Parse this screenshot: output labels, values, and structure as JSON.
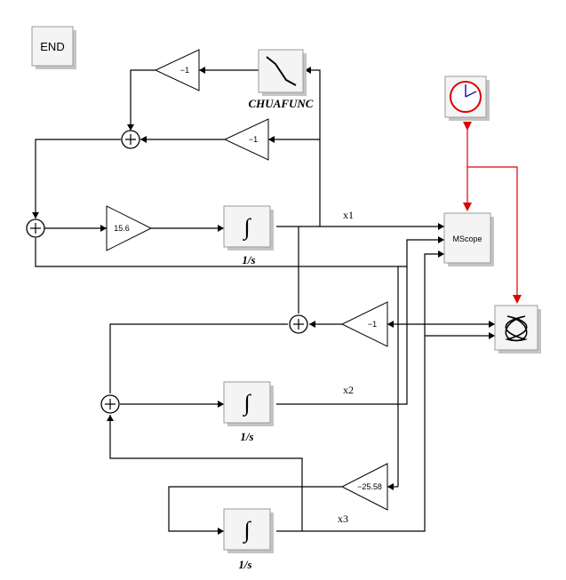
{
  "blocks": {
    "end_label": "END",
    "chuafunc_label": "CHUAFUNC",
    "mscope_label": "MScope",
    "gain_chua": "−1",
    "gain_fb1": "−1",
    "gain_alpha": "15.6",
    "gain_x2": "−1",
    "gain_beta": "−25.58",
    "integrator_label": "1/s"
  },
  "signals": {
    "x1": "x1",
    "x2": "x2",
    "x3": "x3"
  },
  "colors": {
    "event_link": "#dd0000",
    "clock": "#dd0000",
    "clock_hands": "#1a1aaa",
    "block_face": "#f4f4f4"
  },
  "icons": {
    "clock": "clock-icon",
    "integrator": "integral-sign-icon",
    "chua": "nonlinear-curve-icon",
    "xy_scope": "lissajous-icon",
    "sum": "summation-circle-icon"
  }
}
